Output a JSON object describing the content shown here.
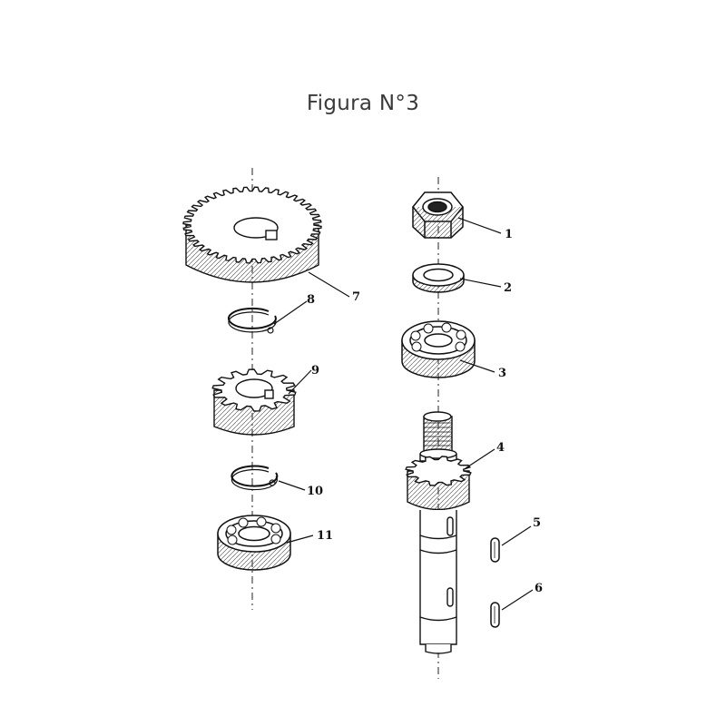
{
  "figure": {
    "title": "Figura N°3"
  },
  "parts": [
    {
      "number": "1",
      "icon": "hex-nut-icon"
    },
    {
      "number": "2",
      "icon": "washer-icon"
    },
    {
      "number": "3",
      "icon": "ball-bearing-icon"
    },
    {
      "number": "4",
      "icon": "pinion-shaft-icon"
    },
    {
      "number": "5",
      "icon": "key-icon"
    },
    {
      "number": "6",
      "icon": "key-icon"
    },
    {
      "number": "7",
      "icon": "spur-gear-icon"
    },
    {
      "number": "8",
      "icon": "snap-ring-icon"
    },
    {
      "number": "9",
      "icon": "spline-gear-icon"
    },
    {
      "number": "10",
      "icon": "snap-ring-icon"
    },
    {
      "number": "11",
      "icon": "ball-bearing-icon"
    }
  ],
  "colors": {
    "line": "#111111",
    "background": "#ffffff",
    "title": "#3a3a3a"
  }
}
